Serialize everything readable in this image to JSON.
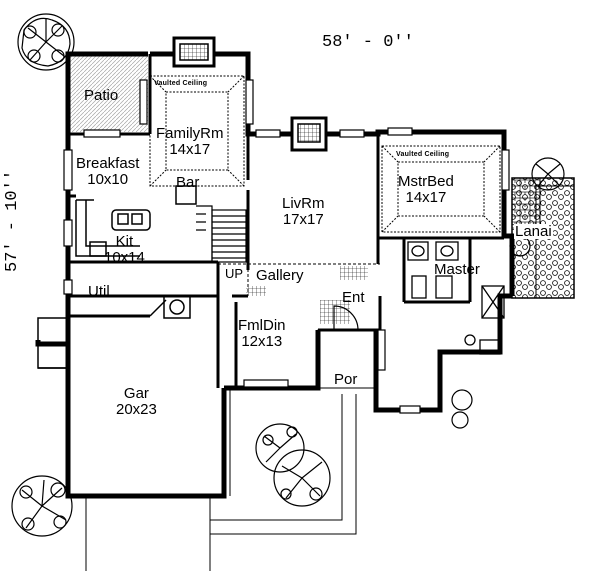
{
  "plan": {
    "dimensions": {
      "width": "58' - 0''",
      "depth": "57' - 10''"
    },
    "rooms": {
      "patio": {
        "name": "Patio"
      },
      "family": {
        "name": "FamilyRm",
        "size": "14x17",
        "note": "Vaulted Ceiling"
      },
      "breakfast": {
        "name": "Breakfast",
        "size": "10x10"
      },
      "bar": {
        "name": "Bar"
      },
      "kitchen": {
        "name": "Kit",
        "size": "10x14"
      },
      "living": {
        "name": "LivRm",
        "size": "17x17"
      },
      "master_bed": {
        "name": "MstrBed",
        "size": "14x17",
        "note": "Vaulted Ceiling"
      },
      "lanai": {
        "name": "Lanai"
      },
      "master_bath": {
        "name": "Master"
      },
      "gallery": {
        "name": "Gallery",
        "stair": "UP"
      },
      "utility": {
        "name": "Util"
      },
      "entry": {
        "name": "Ent"
      },
      "dining": {
        "name": "FmlDin",
        "size": "12x13"
      },
      "porch": {
        "name": "Por"
      },
      "garage": {
        "name": "Gar",
        "size": "20x23"
      }
    }
  }
}
